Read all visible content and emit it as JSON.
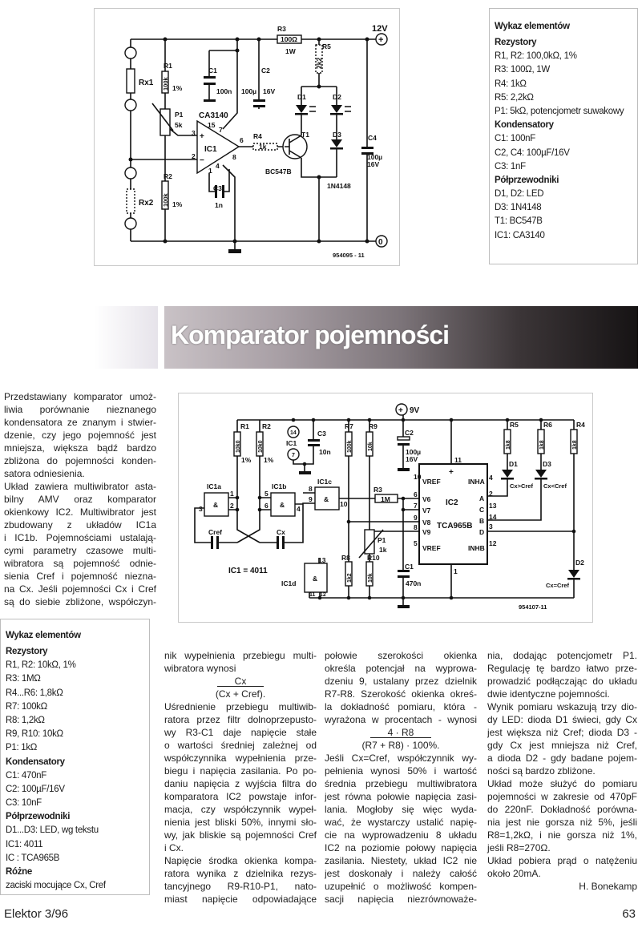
{
  "schematic_1": {
    "labels": {
      "v12": "12V",
      "r3": "R3",
      "r3_val": "100Ω",
      "r3_w": "1W",
      "r5": "R5",
      "r5_val": "2k2",
      "rx1": "Rx1",
      "rx2": "Rx2",
      "r1": "R1",
      "r1_val": "100k",
      "r1_tol": "1%",
      "r2": "R2",
      "r2_val": "100k",
      "r2_tol": "1%",
      "c1": "C1",
      "c1_val": "100n",
      "c2": "C2",
      "c2_val": "100µ",
      "c2_v": "16V",
      "d1": "D1",
      "d2": "D2",
      "d3": "D3",
      "ic_type": "CA3140",
      "p1": "P1",
      "p1_val": "5k",
      "pin15": "15",
      "pin7": "7",
      "pin3": "3",
      "pin2": "2",
      "pin6": "6",
      "pin8": "8",
      "pin1": "1",
      "pin4": "4",
      "plus": "+",
      "minus": "−",
      "ic1": "IC1",
      "r4": "R4",
      "r4_val": "1k",
      "t1": "T1",
      "c4": "C4",
      "c4_val": "100µ",
      "c4_v": "16V",
      "t1_type": "BC547B",
      "d3_type": "1N4148",
      "c3": "C3",
      "c3_val": "1n",
      "term_plus": "+",
      "term_zero": "0",
      "fig": "954095 - 11"
    }
  },
  "parts_list_1": {
    "title": "Wykaz elementów",
    "items": [
      {
        "text": "Rezystory",
        "heading": true
      },
      {
        "text": "R1, R2: 100,0kΩ, 1%"
      },
      {
        "text": "R3: 100Ω, 1W"
      },
      {
        "text": "R4: 1kΩ"
      },
      {
        "text": "R5: 2,2kΩ"
      },
      {
        "text": "P1: 5kΩ, potencjometr suwakowy"
      },
      {
        "text": "Kondensatory",
        "heading": true
      },
      {
        "text": "C1: 100nF"
      },
      {
        "text": "C2, C4: 100µF/16V"
      },
      {
        "text": "C3: 1nF"
      },
      {
        "text": "Półprzewodniki",
        "heading": true
      },
      {
        "text": "D1, D2: LED"
      },
      {
        "text": "D3: 1N4148"
      },
      {
        "text": "T1: BC547B"
      },
      {
        "text": "IC1: CA3140"
      }
    ]
  },
  "article": {
    "title": "Komparator pojemności",
    "intro_lines": [
      {
        "t": "Przedstawiany komparator umoż-",
        "k": "j"
      },
      {
        "t": "liwia porównanie nieznanego",
        "k": "j"
      },
      {
        "t": "kondensatora ze znanym i stwier-",
        "k": "j"
      },
      {
        "t": "dzenie, czy jego pojemność jest",
        "k": "j"
      },
      {
        "t": "mniejsza, większa bądź bardzo",
        "k": "j"
      },
      {
        "t": "zbliżona do pojemności konden-",
        "k": "j"
      },
      {
        "t": "satora odniesienia.",
        "k": "l"
      },
      {
        "t": "Układ zawiera multiwibrator asta-",
        "k": "j"
      },
      {
        "t": "bilny AMV oraz komparator",
        "k": "j"
      },
      {
        "t": "okienkowy IC2. Multiwibrator jest",
        "k": "j"
      },
      {
        "t": "zbudowany z układów IC1a",
        "k": "j"
      },
      {
        "t": "i IC1b. Pojemnościami ustalają-",
        "k": "j"
      },
      {
        "t": "cymi parametry czasowe multi-",
        "k": "j"
      },
      {
        "t": "wibratora są pojemność odnie-",
        "k": "j"
      },
      {
        "t": "sienia Cref i pojemność niezna-",
        "k": "j"
      },
      {
        "t": "na Cx. Jeśli pojemności Cx i Cref",
        "k": "j"
      },
      {
        "t": "są do siebie zbliżone, współczyn-",
        "k": "j"
      }
    ],
    "col2_lines": [
      {
        "t": "nik wypełnienia przebiegu multi-",
        "k": "j"
      },
      {
        "t": "wibratora wynosi",
        "k": "l"
      },
      {
        "t": "Cx",
        "k": "u"
      },
      {
        "t": "(Cx + Cref).",
        "k": "c"
      },
      {
        "t": "Uśrednienie przebiegu multiwib-",
        "k": "j"
      },
      {
        "t": "ratora przez filtr dolnoprzepusto-",
        "k": "j"
      },
      {
        "t": "wy R3-C1 daje napięcie stałe",
        "k": "j"
      },
      {
        "t": "o wartości średniej zależnej od",
        "k": "j"
      },
      {
        "t": "współczynnika wypełnienia prze-",
        "k": "j"
      },
      {
        "t": "biegu i napięcia zasilania. Po po-",
        "k": "j"
      },
      {
        "t": "daniu napięcia z wyjścia filtra do",
        "k": "j"
      },
      {
        "t": "komparatora IC2 powstaje infor-",
        "k": "j"
      },
      {
        "t": "macja, czy współczynnik wypeł-",
        "k": "j"
      },
      {
        "t": "nienia jest bliski 50%, innymi sło-",
        "k": "j"
      },
      {
        "t": "wy, jak bliskie są pojemności Cref",
        "k": "j"
      },
      {
        "t": "i Cx.",
        "k": "l"
      },
      {
        "t": "Napięcie środka okienka kompa-",
        "k": "j"
      },
      {
        "t": "ratora wynika z dzielnika rezys-",
        "k": "j"
      },
      {
        "t": "tancyjnego R9-R10-P1, nato-",
        "k": "j"
      },
      {
        "t": "miast napięcie odpowiadające",
        "k": "j"
      }
    ],
    "col3_lines": [
      {
        "t": "połowie szerokości okienka",
        "k": "j"
      },
      {
        "t": "określa potencjał na wyprowa-",
        "k": "j"
      },
      {
        "t": "dzeniu 9, ustalany przez dzielnik",
        "k": "j"
      },
      {
        "t": "R7-R8. Szerokość okienka okreś-",
        "k": "j"
      },
      {
        "t": "la dokładność pomiaru, która -",
        "k": "j"
      },
      {
        "t": "wyrażona w procentach - wynosi",
        "k": "j"
      },
      {
        "t": "4 · R8",
        "k": "u"
      },
      {
        "t": "(R7 + R8) · 100%.",
        "k": "c"
      },
      {
        "t": "Jeśli Cx=Cref, współczynnik wy-",
        "k": "j"
      },
      {
        "t": "pełnienia wynosi 50% i wartość",
        "k": "j"
      },
      {
        "t": "średnia przebiegu multiwibratora",
        "k": "j"
      },
      {
        "t": "jest równa połowie napięcia zasi-",
        "k": "j"
      },
      {
        "t": "lania. Mogłoby się więc wyda-",
        "k": "j"
      },
      {
        "t": "wać, że wystarczy ustalić napię-",
        "k": "j"
      },
      {
        "t": "cie na wyprowadzeniu 8 układu",
        "k": "j"
      },
      {
        "t": "IC2 na poziomie połowy napięcia",
        "k": "j"
      },
      {
        "t": "zasilania. Niestety, układ IC2 nie",
        "k": "j"
      },
      {
        "t": "jest doskonały i należy całość",
        "k": "j"
      },
      {
        "t": "uzupełnić o możliwość kompen-",
        "k": "j"
      },
      {
        "t": "sacji napięcia niezrównoważe-",
        "k": "j"
      }
    ],
    "col4_lines": [
      {
        "t": "nia, dodając potencjometr P1.",
        "k": "j"
      },
      {
        "t": "Regulację tę bardzo łatwo prze-",
        "k": "j"
      },
      {
        "t": "prowadzić podłączając do układu",
        "k": "j"
      },
      {
        "t": "dwie identyczne pojemności.",
        "k": "l"
      },
      {
        "t": "Wynik pomiaru wskazują trzy dio-",
        "k": "j"
      },
      {
        "t": "dy LED: dioda D1 świeci, gdy Cx",
        "k": "j"
      },
      {
        "t": "jest większa niż Cref; dioda D3 -",
        "k": "j"
      },
      {
        "t": "gdy Cx jest mniejsza niż Cref,",
        "k": "j"
      },
      {
        "t": "a dioda D2 - gdy badane pojem-",
        "k": "j"
      },
      {
        "t": "ności są bardzo zbliżone.",
        "k": "l"
      },
      {
        "t": "Układ może służyć do pomiaru",
        "k": "j"
      },
      {
        "t": "pojemności w zakresie od 470pF",
        "k": "j"
      },
      {
        "t": "do 220nF. Dokładność porówna-",
        "k": "j"
      },
      {
        "t": "nia jest nie gorsza niż 5%, jeśli",
        "k": "j"
      },
      {
        "t": "R8=1,2kΩ, i nie gorsza niż 1%,",
        "k": "j"
      },
      {
        "t": "jeśli R8=270Ω.",
        "k": "l"
      },
      {
        "t": "Układ pobiera prąd o natężeniu",
        "k": "j"
      },
      {
        "t": "około 20mA.",
        "k": "l"
      },
      {
        "t": "H. Bonekamp",
        "k": "r"
      }
    ]
  },
  "schematic_2": {
    "labels": {
      "v9": "9V",
      "plus": "+",
      "r1": "R1",
      "r1_val": "10k0",
      "r1_tol": "1%",
      "r2": "R2",
      "r2_val": "10k0",
      "r2_tol": "1%",
      "pin14": "14",
      "ic1": "IC1",
      "pin7": "7",
      "c3": "C3",
      "c3_val": "10n",
      "r7": "R7",
      "r7_val": "100k",
      "r9": "R9",
      "r9_val": "10k",
      "c2": "C2",
      "c2_val": "100µ",
      "c2_v": "16V",
      "pin11": "11",
      "ic1a": "IC1a",
      "ic1b": "IC1b",
      "ic1c": "IC1c",
      "ic1d": "IC1d",
      "and": "&",
      "p1": "1",
      "p2": "2",
      "p3": "3",
      "p5": "5",
      "p6": "6",
      "p4": "4",
      "p8": "8",
      "p9": "9",
      "p10": "10",
      "r3": "R3",
      "r3_val": "1M",
      "v6": "V6",
      "v7": "V7",
      "v8": "V8",
      "v9in": "V9",
      "vref": "VREF",
      "inha": "INHA",
      "inhb": "INHB",
      "ic2": "IC2",
      "ic2_type": "TCA965B",
      "a": "A",
      "c": "C",
      "b": "B",
      "d": "D",
      "pa": "2",
      "pc": "13",
      "pb": "14",
      "pd": "3",
      "pinha": "4",
      "pinhb": "12",
      "pvref1": "10",
      "pvref2": "5",
      "pv6": "6",
      "pv7": "7",
      "pv8": "9",
      "pv9": "8",
      "pgnd": "1",
      "cref": "Cref",
      "cx": "Cx",
      "pot": "P1",
      "pot_val": "1k",
      "r8": "R8",
      "r8_val": "1k2",
      "r10": "R10",
      "r10_val": "10k",
      "c1": "C1",
      "c1_val": "470n",
      "ic1_eq": "IC1 = 4011",
      "p13": "13",
      "p11": "11",
      "p12": "12",
      "d1": "D1",
      "d1_lbl": "Cx>Cref",
      "d3": "D3",
      "d3_lbl": "Cx<Cref",
      "d2": "D2",
      "d2_lbl": "Cx=Cref",
      "r5": "R5",
      "r5_val": "1k8",
      "r6": "R6",
      "r6_val": "1k8",
      "r4": "R4",
      "r4_val": "1k8",
      "fig": "954107-11"
    }
  },
  "parts_list_2": {
    "title": "Wykaz elementów",
    "items": [
      {
        "text": "Rezystory",
        "heading": true
      },
      {
        "text": "R1, R2: 10kΩ, 1%"
      },
      {
        "text": "R3: 1MΩ"
      },
      {
        "text": "R4...R6: 1,8kΩ"
      },
      {
        "text": "R7: 100kΩ"
      },
      {
        "text": "R8: 1,2kΩ"
      },
      {
        "text": "R9, R10: 10kΩ"
      },
      {
        "text": "P1: 1kΩ"
      },
      {
        "text": "Kondensatory",
        "heading": true
      },
      {
        "text": "C1: 470nF"
      },
      {
        "text": "C2: 100µF/16V"
      },
      {
        "text": "C3: 10nF"
      },
      {
        "text": "Półprzewodniki",
        "heading": true
      },
      {
        "text": "D1...D3: LED, wg tekstu"
      },
      {
        "text": "IC1: 4011"
      },
      {
        "text": "IC : TCA965B"
      },
      {
        "text": "Różne",
        "heading": true
      },
      {
        "text": "zaciski mocujące Cx, Cref"
      }
    ]
  },
  "footer": {
    "left": "Elektor 3/96",
    "page_number": "63"
  }
}
